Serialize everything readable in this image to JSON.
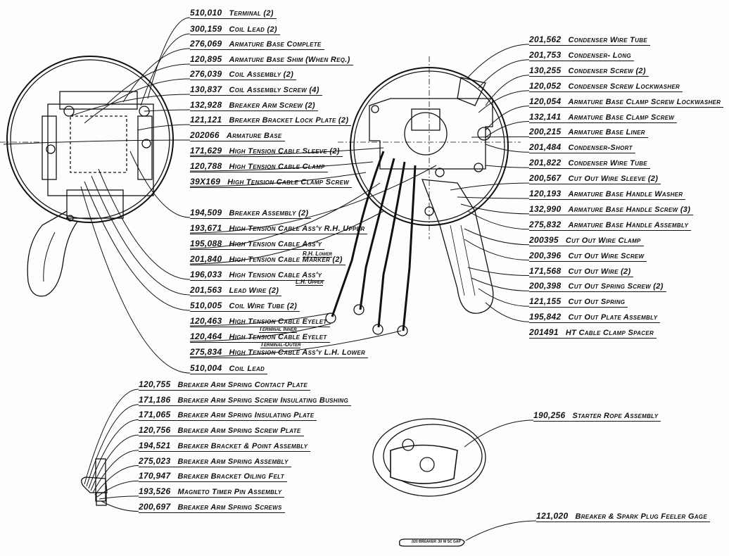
{
  "left_group": [
    {
      "num": "510,010",
      "name": "Terminal (2)"
    },
    {
      "num": "300,159",
      "name": "Coil Lead (2)"
    },
    {
      "num": "276,069",
      "name": "Armature Base Complete"
    },
    {
      "num": "120,895",
      "name": "Armature Base Shim (When Req.)"
    },
    {
      "num": "276,039",
      "name": "Coil Assembly (2)"
    },
    {
      "num": "130,837",
      "name": "Coil Assembly Screw (4)"
    },
    {
      "num": "132,928",
      "name": "Breaker Arm Screw (2)"
    },
    {
      "num": "121,121",
      "name": "Breaker Bracket Lock Plate (2)"
    },
    {
      "num": "202066",
      "name": "Armature Base"
    },
    {
      "num": "171,629",
      "name": "High Tension Cable Sleeve (2)"
    },
    {
      "num": "120,788",
      "name": "High Tension Cable Clamp"
    },
    {
      "num": "39X169",
      "name": "High Tension Cable Clamp Screw"
    },
    {
      "num": "194,509",
      "name": "Breaker Assembly (2)"
    },
    {
      "num": "193,671",
      "name": "High Tension Cable Ass'y R.H. Upper"
    },
    {
      "num": "195,088",
      "name": "High Tension Cable Ass'y"
    },
    {
      "num": "201,840",
      "name": "High Tension Cable Marker (2)"
    },
    {
      "num": "196,033",
      "name": "High Tension Cable Ass'y"
    },
    {
      "num": "201,563",
      "name": "Lead Wire (2)"
    },
    {
      "num": "510,005",
      "name": "Coil Wire Tube (2)"
    },
    {
      "num": "120,463",
      "name": "High Tension Cable Eyelet"
    },
    {
      "num": "120,464",
      "name": "High Tension Cable Eyelet"
    },
    {
      "num": "275,834",
      "name": "High Tension Cable Ass'y L.H. Lower"
    },
    {
      "num": "510,004",
      "name": "Coil Lead"
    }
  ],
  "sub_labels": [
    "R.H. Lower",
    "L.H. Upper",
    "Terminal Inner",
    "Terminal-Outer"
  ],
  "right_group": [
    {
      "num": "201,562",
      "name": "Condenser Wire Tube"
    },
    {
      "num": "201,753",
      "name": "Condenser- Long"
    },
    {
      "num": "130,255",
      "name": "Condenser Screw (2)"
    },
    {
      "num": "120,052",
      "name": "Condenser Screw Lockwasher"
    },
    {
      "num": "120,054",
      "name": "Armature Base Clamp Screw Lockwasher"
    },
    {
      "num": "132,141",
      "name": "Armature Base Clamp Screw"
    },
    {
      "num": "200,215",
      "name": "Armature Base Liner"
    },
    {
      "num": "201,484",
      "name": "Condenser-Short"
    },
    {
      "num": "201,822",
      "name": "Condenser Wire Tube"
    },
    {
      "num": "200,567",
      "name": "Cut Out Wire Sleeve (2)"
    },
    {
      "num": "120,193",
      "name": "Armature Base Handle Washer"
    },
    {
      "num": "132,990",
      "name": "Armature Base Handle Screw (3)"
    },
    {
      "num": "275,832",
      "name": "Armature Base Handle Assembly"
    },
    {
      "num": "200395",
      "name": "Cut Out Wire Clamp"
    },
    {
      "num": "200,396",
      "name": "Cut Out Wire Screw"
    },
    {
      "num": "171,568",
      "name": "Cut Out Wire (2)"
    },
    {
      "num": "200,398",
      "name": "Cut Out Spring Screw (2)"
    },
    {
      "num": "121,155",
      "name": "Cut Out Spring"
    },
    {
      "num": "195,842",
      "name": "Cut Out Plate Assembly"
    },
    {
      "num": "201491",
      "name": "HT Cable Clamp Spacer"
    }
  ],
  "breaker_group": [
    {
      "num": "120,755",
      "name": "Breaker Arm Spring Contact Plate"
    },
    {
      "num": "171,186",
      "name": "Breaker Arm Spring Screw Insulating Bushing"
    },
    {
      "num": "171,065",
      "name": "Breaker Arm Spring Insulating Plate"
    },
    {
      "num": "120,756",
      "name": "Breaker Arm Spring Screw Plate"
    },
    {
      "num": "194,521",
      "name": "Breaker Bracket & Point Assembly"
    },
    {
      "num": "275,023",
      "name": "Breaker Arm Spring Assembly"
    },
    {
      "num": "170,947",
      "name": "Breaker Bracket Oiling Felt"
    },
    {
      "num": "193,526",
      "name": "Magneto Timer Pin Assembly"
    },
    {
      "num": "200,697",
      "name": "Breaker Arm Spring Screws"
    }
  ],
  "starter_rope": {
    "num": "190,256",
    "name": "Starter Rope Assembly"
  },
  "feeler_gage": {
    "num": "121,020",
    "name": "Breaker & Spark Plug Feeler Gage",
    "imprint": ".020 BREAKER .30 W SC GAP"
  }
}
